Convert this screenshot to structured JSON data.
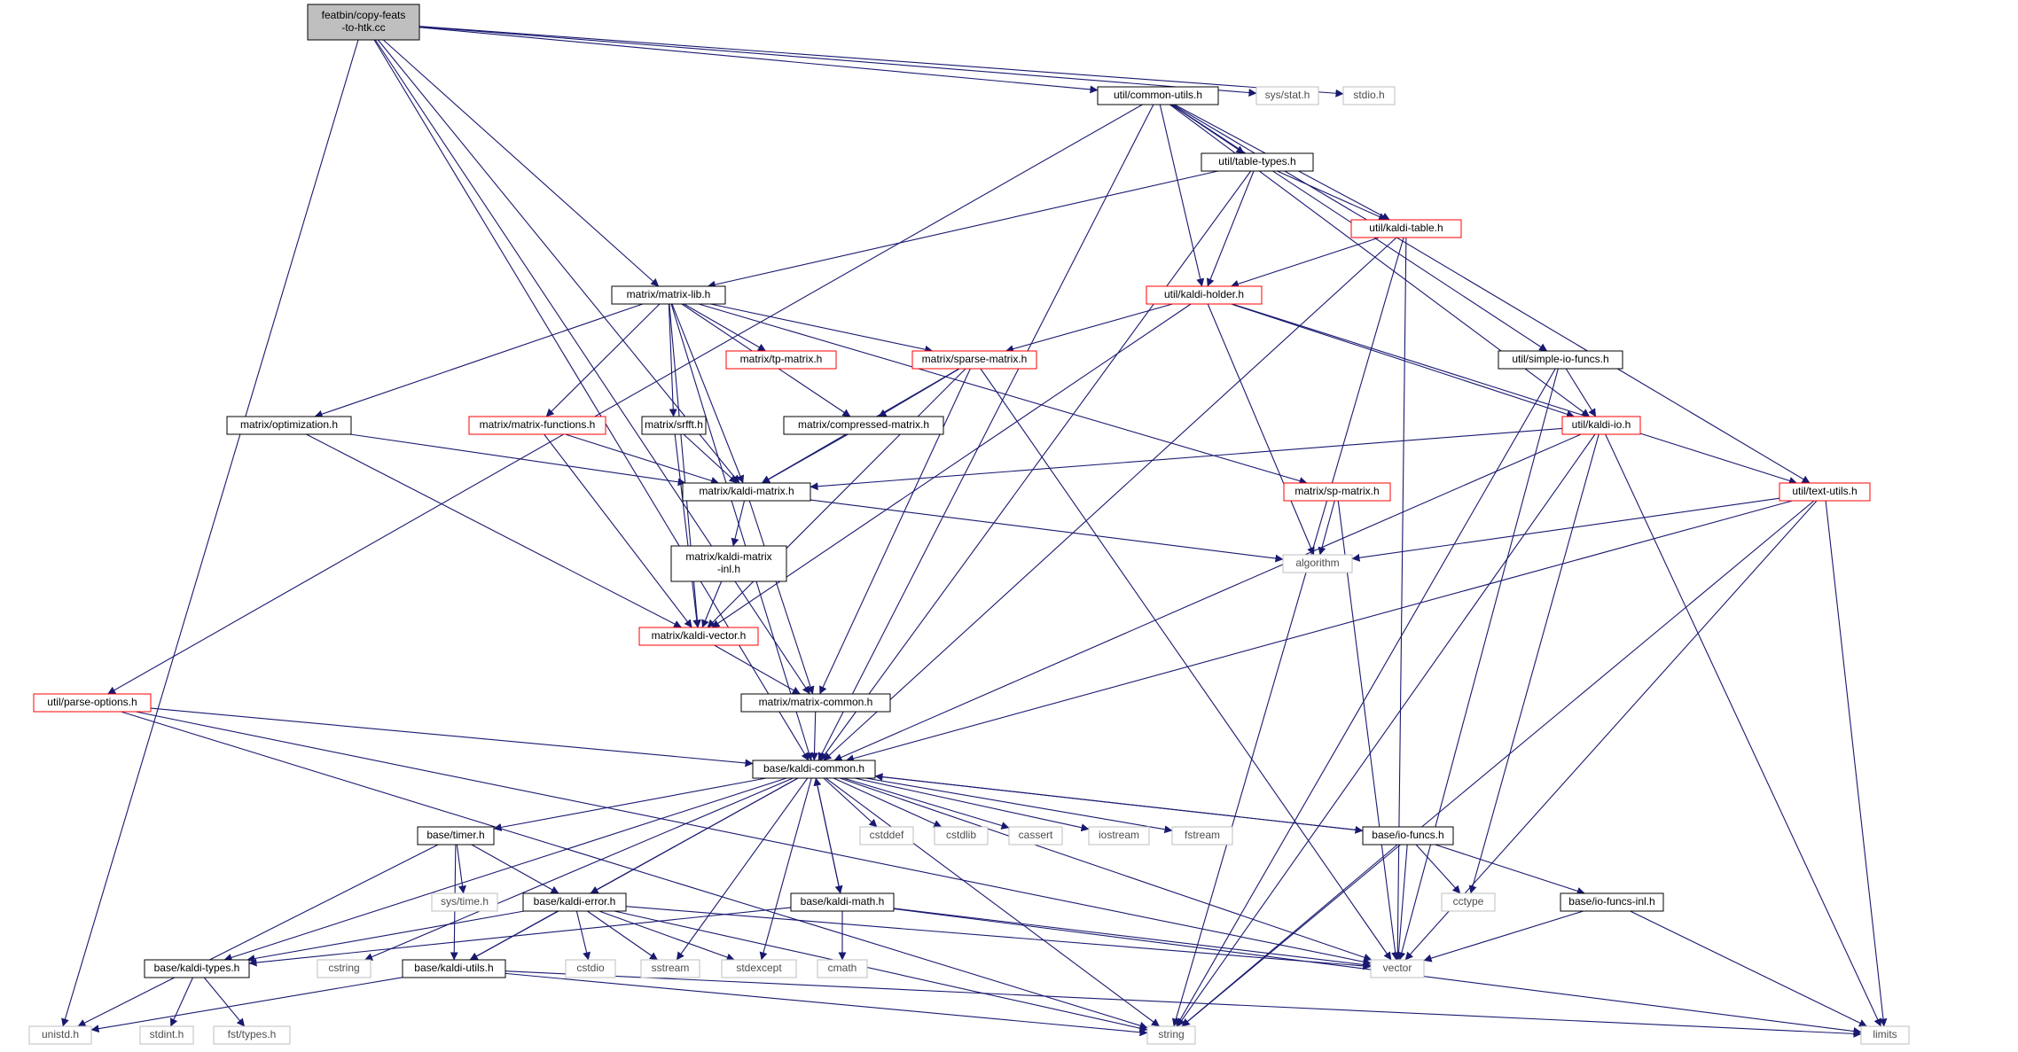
{
  "colors": {
    "edge": "#191970",
    "border_default": "#000000",
    "border_truncated": "#ff0000",
    "border_external": "#bfbfbf",
    "root_fill": "#bfbfbf",
    "text": "#000000",
    "text_external": "#4d4d4d"
  },
  "nodes": [
    {
      "id": "root",
      "label": [
        "featbin/copy-feats",
        "-to-htk.cc"
      ],
      "kind": "root"
    },
    {
      "id": "common_utils",
      "label": [
        "util/common-utils.h"
      ],
      "kind": "default"
    },
    {
      "id": "sys_stat",
      "label": [
        "sys/stat.h"
      ],
      "kind": "external"
    },
    {
      "id": "stdio_h",
      "label": [
        "stdio.h"
      ],
      "kind": "external"
    },
    {
      "id": "table_types",
      "label": [
        "util/table-types.h"
      ],
      "kind": "default"
    },
    {
      "id": "kaldi_table",
      "label": [
        "util/kaldi-table.h"
      ],
      "kind": "truncated"
    },
    {
      "id": "kaldi_holder",
      "label": [
        "util/kaldi-holder.h"
      ],
      "kind": "truncated"
    },
    {
      "id": "matrix_lib",
      "label": [
        "matrix/matrix-lib.h"
      ],
      "kind": "default"
    },
    {
      "id": "tp_matrix",
      "label": [
        "matrix/tp-matrix.h"
      ],
      "kind": "truncated"
    },
    {
      "id": "sparse_matrix",
      "label": [
        "matrix/sparse-matrix.h"
      ],
      "kind": "truncated"
    },
    {
      "id": "simple_io",
      "label": [
        "util/simple-io-funcs.h"
      ],
      "kind": "default"
    },
    {
      "id": "optimization",
      "label": [
        "matrix/optimization.h"
      ],
      "kind": "default"
    },
    {
      "id": "matrix_functions",
      "label": [
        "matrix/matrix-functions.h"
      ],
      "kind": "truncated"
    },
    {
      "id": "srfft",
      "label": [
        "matrix/srfft.h"
      ],
      "kind": "default"
    },
    {
      "id": "compressed",
      "label": [
        "matrix/compressed-matrix.h"
      ],
      "kind": "default"
    },
    {
      "id": "kaldi_io",
      "label": [
        "util/kaldi-io.h"
      ],
      "kind": "truncated"
    },
    {
      "id": "kaldi_matrix",
      "label": [
        "matrix/kaldi-matrix.h"
      ],
      "kind": "default"
    },
    {
      "id": "sp_matrix",
      "label": [
        "matrix/sp-matrix.h"
      ],
      "kind": "truncated"
    },
    {
      "id": "text_utils",
      "label": [
        "util/text-utils.h"
      ],
      "kind": "truncated"
    },
    {
      "id": "algorithm",
      "label": [
        "algorithm"
      ],
      "kind": "external"
    },
    {
      "id": "kaldi_matrix_inl",
      "label": [
        "matrix/kaldi-matrix",
        "-inl.h"
      ],
      "kind": "default"
    },
    {
      "id": "kaldi_vector",
      "label": [
        "matrix/kaldi-vector.h"
      ],
      "kind": "truncated"
    },
    {
      "id": "parse_options",
      "label": [
        "util/parse-options.h"
      ],
      "kind": "truncated"
    },
    {
      "id": "matrix_common",
      "label": [
        "matrix/matrix-common.h"
      ],
      "kind": "default"
    },
    {
      "id": "kaldi_common",
      "label": [
        "base/kaldi-common.h"
      ],
      "kind": "default"
    },
    {
      "id": "timer",
      "label": [
        "base/timer.h"
      ],
      "kind": "default"
    },
    {
      "id": "cstddef",
      "label": [
        "cstddef"
      ],
      "kind": "external"
    },
    {
      "id": "cstdlib",
      "label": [
        "cstdlib"
      ],
      "kind": "external"
    },
    {
      "id": "cassert",
      "label": [
        "cassert"
      ],
      "kind": "external"
    },
    {
      "id": "iostream",
      "label": [
        "iostream"
      ],
      "kind": "external"
    },
    {
      "id": "fstream",
      "label": [
        "fstream"
      ],
      "kind": "external"
    },
    {
      "id": "io_funcs",
      "label": [
        "base/io-funcs.h"
      ],
      "kind": "default"
    },
    {
      "id": "sys_time",
      "label": [
        "sys/time.h"
      ],
      "kind": "external"
    },
    {
      "id": "kaldi_error",
      "label": [
        "base/kaldi-error.h"
      ],
      "kind": "default"
    },
    {
      "id": "kaldi_math",
      "label": [
        "base/kaldi-math.h"
      ],
      "kind": "default"
    },
    {
      "id": "cctype",
      "label": [
        "cctype"
      ],
      "kind": "external"
    },
    {
      "id": "io_funcs_inl",
      "label": [
        "base/io-funcs-inl.h"
      ],
      "kind": "default"
    },
    {
      "id": "kaldi_types",
      "label": [
        "base/kaldi-types.h"
      ],
      "kind": "default"
    },
    {
      "id": "cstring",
      "label": [
        "cstring"
      ],
      "kind": "external"
    },
    {
      "id": "kaldi_utils",
      "label": [
        "base/kaldi-utils.h"
      ],
      "kind": "default"
    },
    {
      "id": "cstdio",
      "label": [
        "cstdio"
      ],
      "kind": "external"
    },
    {
      "id": "sstream",
      "label": [
        "sstream"
      ],
      "kind": "external"
    },
    {
      "id": "stdexcept",
      "label": [
        "stdexcept"
      ],
      "kind": "external"
    },
    {
      "id": "cmath",
      "label": [
        "cmath"
      ],
      "kind": "external"
    },
    {
      "id": "vector",
      "label": [
        "vector"
      ],
      "kind": "external"
    },
    {
      "id": "unistd",
      "label": [
        "unistd.h"
      ],
      "kind": "external"
    },
    {
      "id": "stdint",
      "label": [
        "stdint.h"
      ],
      "kind": "external"
    },
    {
      "id": "fst_types",
      "label": [
        "fst/types.h"
      ],
      "kind": "external"
    },
    {
      "id": "string",
      "label": [
        "string"
      ],
      "kind": "external"
    },
    {
      "id": "limits",
      "label": [
        "limits"
      ],
      "kind": "external"
    }
  ],
  "edges": [
    [
      "root",
      "common_utils"
    ],
    [
      "root",
      "sys_stat"
    ],
    [
      "root",
      "stdio_h"
    ],
    [
      "root",
      "matrix_lib"
    ],
    [
      "root",
      "kaldi_matrix"
    ],
    [
      "root",
      "matrix_common"
    ],
    [
      "root",
      "kaldi_common"
    ],
    [
      "root",
      "unistd"
    ],
    [
      "common_utils",
      "parse_options"
    ],
    [
      "common_utils",
      "kaldi_common"
    ],
    [
      "common_utils",
      "table_types"
    ],
    [
      "common_utils",
      "kaldi_holder"
    ],
    [
      "common_utils",
      "kaldi_table"
    ],
    [
      "common_utils",
      "simple_io"
    ],
    [
      "common_utils",
      "kaldi_io"
    ],
    [
      "common_utils",
      "text_utils"
    ],
    [
      "table_types",
      "matrix_lib"
    ],
    [
      "table_types",
      "kaldi_holder"
    ],
    [
      "table_types",
      "kaldi_table"
    ],
    [
      "table_types",
      "kaldi_common"
    ],
    [
      "kaldi_table",
      "kaldi_holder"
    ],
    [
      "kaldi_table",
      "kaldi_common"
    ],
    [
      "kaldi_table",
      "vector"
    ],
    [
      "kaldi_table",
      "string"
    ],
    [
      "kaldi_holder",
      "sparse_matrix"
    ],
    [
      "kaldi_holder",
      "kaldi_io"
    ],
    [
      "kaldi_holder",
      "text_utils"
    ],
    [
      "kaldi_holder",
      "algorithm"
    ],
    [
      "kaldi_holder",
      "kaldi_vector"
    ],
    [
      "matrix_lib",
      "tp_matrix"
    ],
    [
      "matrix_lib",
      "sparse_matrix"
    ],
    [
      "matrix_lib",
      "sp_matrix"
    ],
    [
      "matrix_lib",
      "optimization"
    ],
    [
      "matrix_lib",
      "matrix_functions"
    ],
    [
      "matrix_lib",
      "srfft"
    ],
    [
      "matrix_lib",
      "compressed"
    ],
    [
      "matrix_lib",
      "kaldi_matrix"
    ],
    [
      "matrix_lib",
      "kaldi_vector"
    ],
    [
      "matrix_lib",
      "kaldi_common"
    ],
    [
      "sparse_matrix",
      "compressed"
    ],
    [
      "sparse_matrix",
      "kaldi_matrix"
    ],
    [
      "sparse_matrix",
      "kaldi_vector"
    ],
    [
      "sparse_matrix",
      "matrix_common"
    ],
    [
      "sparse_matrix",
      "vector"
    ],
    [
      "simple_io",
      "kaldi_io"
    ],
    [
      "simple_io",
      "string"
    ],
    [
      "simple_io",
      "vector"
    ],
    [
      "kaldi_io",
      "kaldi_matrix"
    ],
    [
      "kaldi_io",
      "kaldi_common"
    ],
    [
      "kaldi_io",
      "cctype"
    ],
    [
      "kaldi_io",
      "string"
    ],
    [
      "kaldi_io",
      "limits"
    ],
    [
      "optimization",
      "kaldi_matrix"
    ],
    [
      "optimization",
      "kaldi_vector"
    ],
    [
      "matrix_functions",
      "kaldi_matrix"
    ],
    [
      "matrix_functions",
      "kaldi_vector"
    ],
    [
      "srfft",
      "kaldi_matrix"
    ],
    [
      "srfft",
      "kaldi_vector"
    ],
    [
      "compressed",
      "kaldi_matrix"
    ],
    [
      "kaldi_matrix",
      "kaldi_matrix_inl"
    ],
    [
      "kaldi_matrix",
      "matrix_common"
    ],
    [
      "kaldi_matrix",
      "algorithm"
    ],
    [
      "kaldi_matrix_inl",
      "kaldi_vector"
    ],
    [
      "sp_matrix",
      "algorithm"
    ],
    [
      "sp_matrix",
      "vector"
    ],
    [
      "text_utils",
      "algorithm"
    ],
    [
      "text_utils",
      "kaldi_common"
    ],
    [
      "text_utils",
      "vector"
    ],
    [
      "text_utils",
      "string"
    ],
    [
      "text_utils",
      "limits"
    ],
    [
      "kaldi_vector",
      "matrix_common"
    ],
    [
      "parse_options",
      "kaldi_common"
    ],
    [
      "parse_options",
      "vector"
    ],
    [
      "parse_options",
      "string"
    ],
    [
      "matrix_common",
      "kaldi_common"
    ],
    [
      "kaldi_common",
      "timer"
    ],
    [
      "kaldi_common",
      "kaldi_types"
    ],
    [
      "kaldi_common",
      "cstring"
    ],
    [
      "kaldi_common",
      "kaldi_utils"
    ],
    [
      "kaldi_common",
      "kaldi_error"
    ],
    [
      "kaldi_common",
      "string"
    ],
    [
      "kaldi_common",
      "sstream"
    ],
    [
      "kaldi_common",
      "stdexcept"
    ],
    [
      "kaldi_common",
      "kaldi_math"
    ],
    [
      "kaldi_common",
      "cstddef"
    ],
    [
      "kaldi_common",
      "cstdlib"
    ],
    [
      "kaldi_common",
      "cassert"
    ],
    [
      "kaldi_common",
      "iostream"
    ],
    [
      "kaldi_common",
      "fstream"
    ],
    [
      "kaldi_common",
      "io_funcs"
    ],
    [
      "kaldi_common",
      "vector"
    ],
    [
      "io_funcs",
      "kaldi_common"
    ],
    [
      "io_funcs",
      "cctype"
    ],
    [
      "io_funcs",
      "io_funcs_inl"
    ],
    [
      "io_funcs",
      "vector"
    ],
    [
      "io_funcs",
      "string"
    ],
    [
      "io_funcs_inl",
      "vector"
    ],
    [
      "io_funcs_inl",
      "limits"
    ],
    [
      "timer",
      "sys_time"
    ],
    [
      "timer",
      "kaldi_error"
    ],
    [
      "timer",
      "kaldi_utils"
    ],
    [
      "timer",
      "unistd"
    ],
    [
      "kaldi_error",
      "kaldi_types"
    ],
    [
      "kaldi_error",
      "kaldi_utils"
    ],
    [
      "kaldi_error",
      "cstdio"
    ],
    [
      "kaldi_error",
      "sstream"
    ],
    [
      "kaldi_error",
      "stdexcept"
    ],
    [
      "kaldi_error",
      "string"
    ],
    [
      "kaldi_error",
      "vector"
    ],
    [
      "kaldi_math",
      "kaldi_common"
    ],
    [
      "kaldi_math",
      "kaldi_types"
    ],
    [
      "kaldi_math",
      "cmath"
    ],
    [
      "kaldi_math",
      "vector"
    ],
    [
      "kaldi_math",
      "limits"
    ],
    [
      "kaldi_types",
      "stdint"
    ],
    [
      "kaldi_types",
      "fst_types"
    ],
    [
      "kaldi_utils",
      "unistd"
    ],
    [
      "kaldi_utils",
      "string"
    ],
    [
      "kaldi_utils",
      "limits"
    ]
  ]
}
